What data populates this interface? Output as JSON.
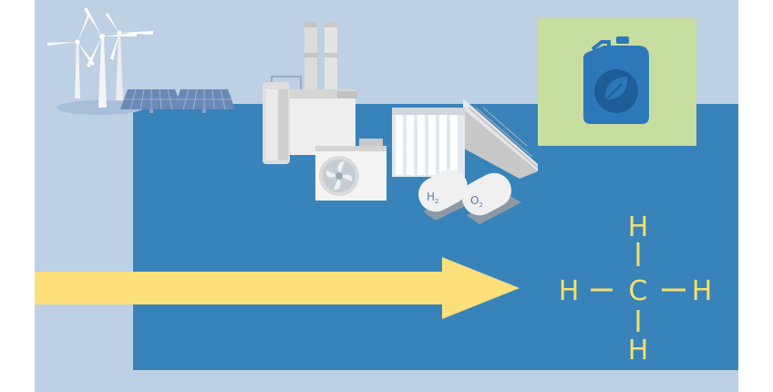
{
  "colors": {
    "background_light": "#bdd0e4",
    "background_dark": "#3883ba",
    "arrow": "#fbe07a",
    "formula": "#f7df6b",
    "fuel_panel": "#c8dda0",
    "fuel_can": "#2d78b8",
    "plant_light": "#eeeeee",
    "plant_mid": "#d9d9d9",
    "plant_shadow": "#a9a9a9"
  },
  "icons": [
    "wind-turbine-icon",
    "solar-panel-icon",
    "power-plant-icon",
    "cooling-fan-icon",
    "electrolyser-icon",
    "fuel-canister-leaf-icon"
  ],
  "tanks": {
    "h2": {
      "symbol": "H",
      "subscript": "2"
    },
    "o2": {
      "symbol": "O",
      "subscript": "2"
    }
  },
  "formula": {
    "center": "C",
    "top": "H",
    "bottom": "H",
    "left": "H",
    "right": "H"
  }
}
